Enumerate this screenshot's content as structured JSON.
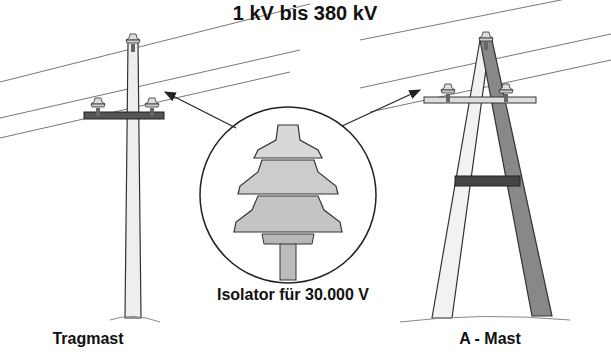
{
  "diagram": {
    "title": "1 kV bis 380 kV",
    "labels": [
      "Isolator für 30.000 V",
      "Tragmast",
      "A - Mast"
    ]
  }
}
